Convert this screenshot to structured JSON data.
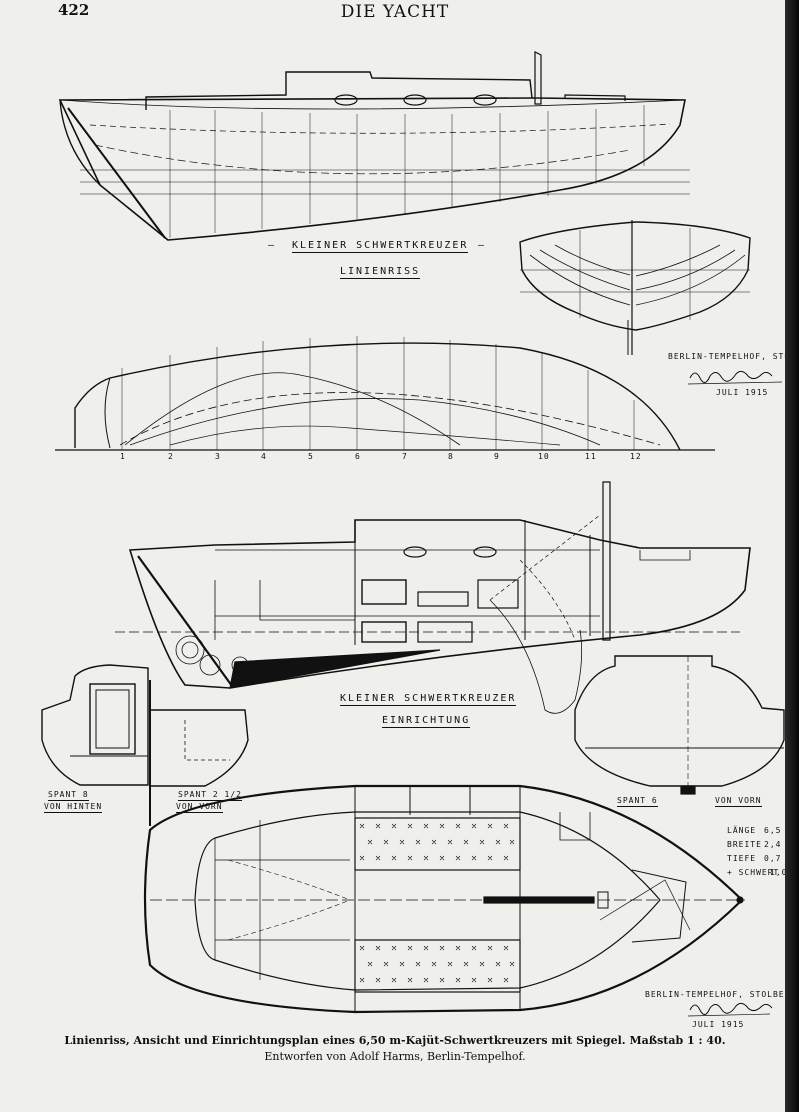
{
  "page": {
    "number": "422",
    "header": "DIE YACHT"
  },
  "drawing1": {
    "title": "KLEINER SCHWERTKREUZER",
    "subtitle": "LINIENRISS",
    "station_numbers": [
      "1",
      "2",
      "3",
      "4",
      "5",
      "6",
      "7",
      "8",
      "9",
      "10",
      "11",
      "12"
    ],
    "credit_location": "BERLIN-TEMPELHOF, STOLBERGSTR.",
    "credit_date": "JULI 1915"
  },
  "drawing2": {
    "title": "KLEINER SCHWERTKREUZER",
    "subtitle": "EINRICHTUNG",
    "section_labels": {
      "spant8": "SPANT 8",
      "spant8_view": "VON HINTEN",
      "spant2": "SPANT 2 1/2",
      "spant2_view": "VON VORN",
      "spant6": "SPANT 6",
      "spant6_view": "VON VORN"
    },
    "dimensions": [
      {
        "label": "LÄNGE",
        "value": "6,5"
      },
      {
        "label": "BREITE",
        "value": "2,4"
      },
      {
        "label": "TIEFE",
        "value": "0,7"
      },
      {
        "label": "+ SCHWERT",
        "value": "1,0"
      }
    ],
    "credit_location": "BERLIN-TEMPELHOF, STOLBERGSTR.",
    "credit_date": "JULI 1915"
  },
  "caption": {
    "main": "Linienriss, Ansicht und Einrichtungsplan eines 6,50 m-Kajüt-Schwertkreuzers mit Spiegel.",
    "scale": "Maßstab 1 : 40.",
    "sub": "Entworfen von Adolf Harms, Berlin-Tempelhof."
  }
}
